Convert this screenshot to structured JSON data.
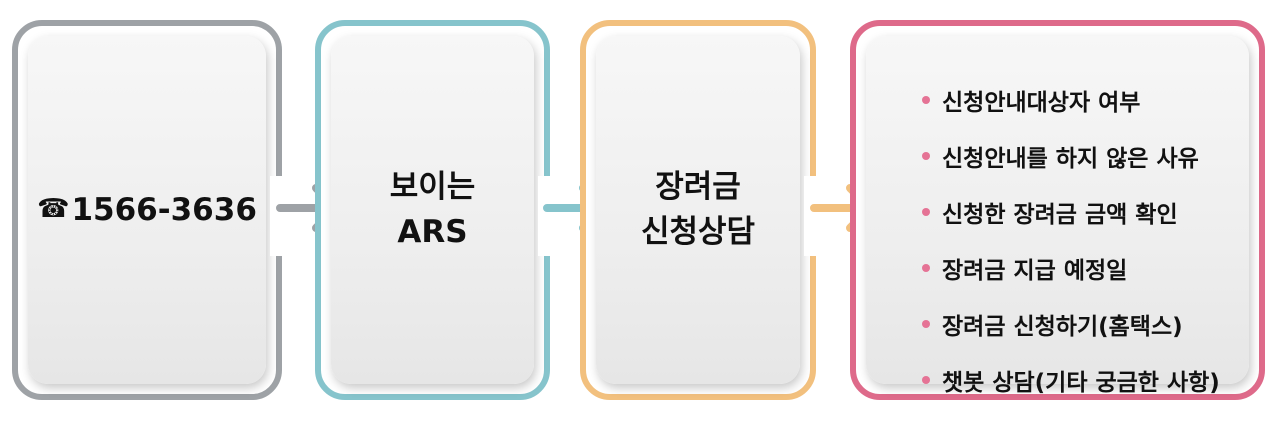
{
  "steps": [
    {
      "phone_icon": "phone-icon",
      "phone": "1566-3636",
      "color": "#9ea2a6"
    },
    {
      "line1": "보이는",
      "line2": "ARS",
      "color": "#86c4cc"
    },
    {
      "line1": "장려금",
      "line2": "신청상담",
      "color": "#f2c07e"
    }
  ],
  "services": {
    "color": "#de6a8a",
    "bullet_color": "#e57395",
    "items": [
      "신청안내대상자 여부",
      "신청안내를 하지 않은 사유",
      "신청한 장려금 금액 확인",
      "장려금 지급 예정일",
      "장려금 신청하기(홈택스)",
      "챗봇 상담(기타 궁금한 사항)"
    ]
  },
  "arrows": [
    {
      "icon": "chevron-right-arrow",
      "color": "#9ea2a6"
    },
    {
      "icon": "chevron-right-arrow",
      "color": "#86c4cc"
    },
    {
      "icon": "chevron-right-arrow",
      "color": "#f2c07e"
    }
  ]
}
